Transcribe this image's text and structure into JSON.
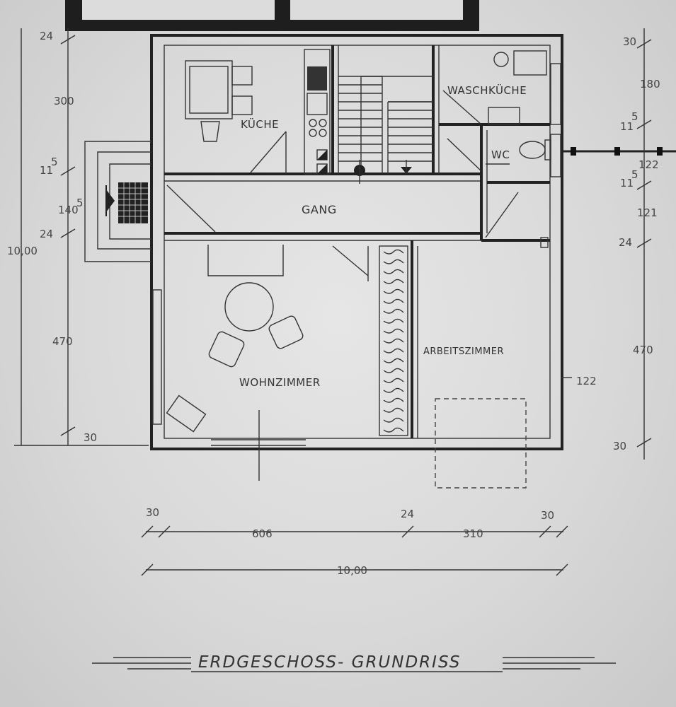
{
  "title": "ERDGESCHOSS- GRUNDRISS",
  "rooms": {
    "kitchen": "KÜCHE",
    "laundry": "WASCHKÜCHE",
    "wc": "WC",
    "hallway": "GANG",
    "living": "WOHNZIMMER",
    "study": "ARBEITSZIMMER"
  },
  "dimensions": {
    "left": {
      "top_wall": "24",
      "kitchen_depth": "300",
      "wall_a": "11",
      "wall_a_sup": "5",
      "hall_depth": "140",
      "hall_sup": "5",
      "wall_b": "24",
      "total": "10,00",
      "living_depth": "470",
      "bottom_wall": "30"
    },
    "right": {
      "top_wall": "30",
      "laundry_depth": "180",
      "wall_a": "11",
      "wall_a_sup": "5",
      "wc_depth": "122",
      "wall_b": "11",
      "wall_b_sup": "5",
      "hall_depth": "121",
      "wall_c": "24",
      "study_depth": "470",
      "bottom_wall": "30"
    },
    "bottom": {
      "wall_left": "30",
      "living_width": "606",
      "wall_mid": "24",
      "study_width": "310",
      "wall_right": "30",
      "total": "10,00"
    },
    "annotation": "122"
  }
}
